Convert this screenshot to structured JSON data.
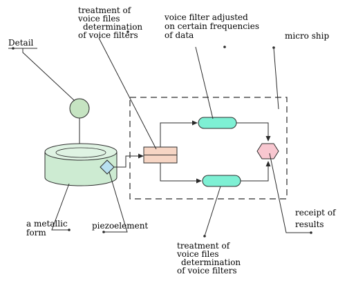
{
  "labels": {
    "detail": "Detail",
    "treatment_top": [
      "treatment of",
      "voice files",
      "determination",
      "of voice filters"
    ],
    "voice_filter": [
      "voice filter adjusted",
      "on certain frequencies",
      "of data"
    ],
    "micro_ship": "micro ship",
    "metallic_form": [
      "a metallic",
      "form"
    ],
    "piezoelement": "piezoelement",
    "receipt": [
      "receipt of",
      "results"
    ],
    "treatment_bottom": [
      "treatment of",
      "voice files",
      "determination",
      "of voice filters"
    ]
  },
  "colors": {
    "detail_circle": "#c6e4c2",
    "cylinder": "#cdebd2",
    "piezo_diamond": "#b8e0f0",
    "processor_block": "#f6d5c4",
    "filter_pill": "#7ef0d4",
    "receipt_hexagon": "#f8c7d0",
    "stroke": "#2a2a2a"
  }
}
